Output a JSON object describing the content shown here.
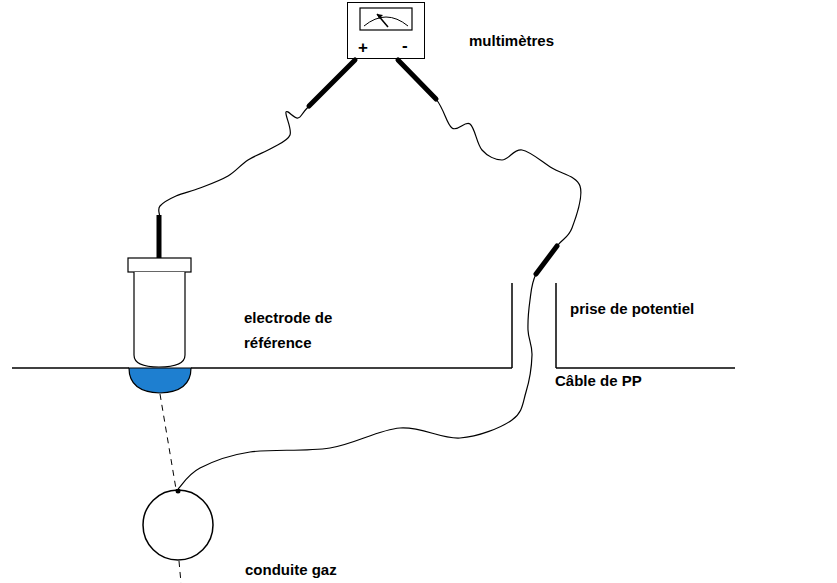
{
  "diagram": {
    "nodes": [
      {
        "text": [
          "multimètres",
          "+",
          "-"
        ]
      },
      {
        "text": [
          "electrode de référence"
        ]
      },
      {
        "text": [
          "conduite gaz"
        ]
      }
    ],
    "edges": [
      {
        "from": 0,
        "to": 1,
        "arrow": "none"
      },
      {
        "from": 0,
        "to": 2,
        "arrow": "none"
      }
    ],
    "labels": [
      "prise de potentiel",
      "Câble de PP"
    ]
  }
}
